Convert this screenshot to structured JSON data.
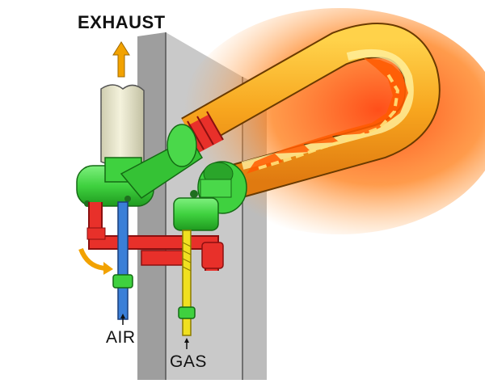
{
  "labels": {
    "exhaust": "EXHAUST",
    "air": "AIR",
    "gas": "GAS"
  },
  "colors": {
    "wall": "#c8c8c8",
    "wall_shadow": "#9a9a9a",
    "burner_green": "#3fd13f",
    "burner_green_dark": "#1f8a1f",
    "air_pipe": "#3a7fd8",
    "gas_pipe": "#f0e020",
    "combustion_air_pipe": "#e8302a",
    "radiant_tube": "#f5a623",
    "flame": "#ff5a00",
    "glow": "#ff8c1a",
    "exhaust_stack": "#e8e6cc",
    "arrow": "#f2a200"
  },
  "icons": {
    "exhaust_arrow": "arrow-up-icon",
    "air_arrow": "arrow-up-small-icon",
    "gas_arrow": "arrow-up-small-icon",
    "recirculation_arrow": "curved-arrow-icon"
  }
}
